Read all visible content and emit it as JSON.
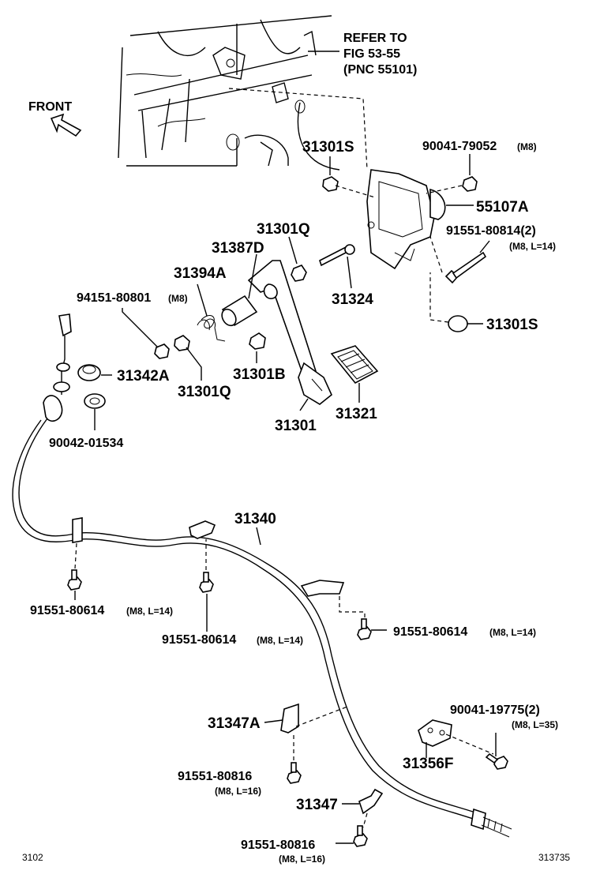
{
  "refer": {
    "line1": "REFER TO",
    "line2": "FIG 53-55",
    "line3": "(PNC 55101)"
  },
  "front_label": "FRONT",
  "parts": {
    "p31301S_top": "31301S",
    "p90041_79052": "90041-79052",
    "p90041_79052_spec": "(M8)",
    "p55107A": "55107A",
    "p31301Q_top": "31301Q",
    "p31387D": "31387D",
    "p91551_80814": "91551-80814(2)",
    "p91551_80814_spec": "(M8, L=14)",
    "p31394A": "31394A",
    "p31324": "31324",
    "p94151_80801": "94151-80801",
    "p94151_80801_spec": "(M8)",
    "p31301S_bottom": "31301S",
    "p31342A": "31342A",
    "p31301B": "31301B",
    "p31301Q_bottom": "31301Q",
    "p31321": "31321",
    "p31301": "31301",
    "p90042_01534": "90042-01534",
    "p31340": "31340",
    "p91551_80614_a": "91551-80614",
    "p91551_80614_a_spec": "(M8, L=14)",
    "p91551_80614_b": "91551-80614",
    "p91551_80614_b_spec": "(M8, L=14)",
    "p91551_80614_c": "91551-80614",
    "p91551_80614_c_spec": "(M8, L=14)",
    "p90041_19775": "90041-19775(2)",
    "p90041_19775_spec": "(M8, L=35)",
    "p31347A": "31347A",
    "p31356F": "31356F",
    "p91551_80816_a": "91551-80816",
    "p91551_80816_a_spec": "(M8, L=16)",
    "p31347": "31347",
    "p91551_80816_b": "91551-80816",
    "p91551_80816_b_spec": "(M8, L=16)"
  },
  "footer": {
    "left_code": "3102",
    "right_code": "313735"
  }
}
